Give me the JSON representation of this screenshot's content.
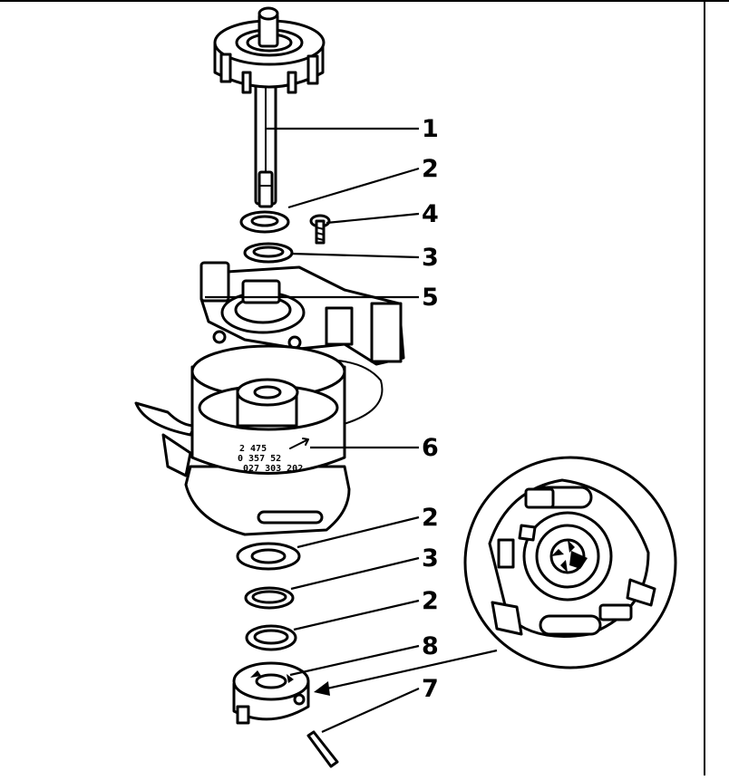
{
  "callouts": [
    {
      "id": "c1",
      "label": "1"
    },
    {
      "id": "c2a",
      "label": "2"
    },
    {
      "id": "c4",
      "label": "4"
    },
    {
      "id": "c3a",
      "label": "3"
    },
    {
      "id": "c5",
      "label": "5"
    },
    {
      "id": "c6",
      "label": "6"
    },
    {
      "id": "c2b",
      "label": "2"
    },
    {
      "id": "c3b",
      "label": "3"
    },
    {
      "id": "c2c",
      "label": "2"
    },
    {
      "id": "c8",
      "label": "8"
    },
    {
      "id": "c7",
      "label": "7"
    }
  ],
  "housing_stamp": {
    "line1": "2 475",
    "line2": "0 357 52",
    "line3": "027 303 202"
  }
}
